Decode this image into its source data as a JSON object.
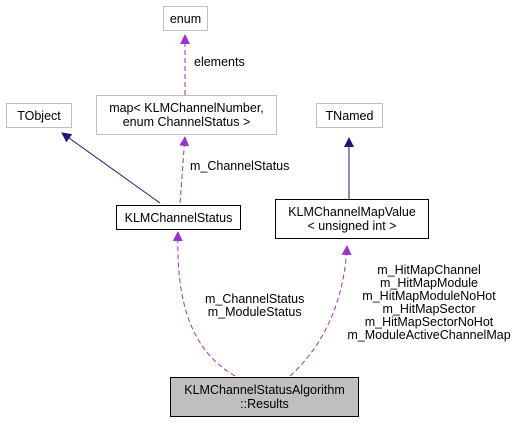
{
  "nodes": {
    "enum": {
      "label": "enum",
      "color": "#bfbfbf"
    },
    "map": {
      "line1": "map< KLMChannelNumber,",
      "line2": "enum ChannelStatus >",
      "color": "#bfbfbf"
    },
    "tobject": {
      "label": "TObject",
      "color": "#bfbfbf"
    },
    "tnamed": {
      "label": "TNamed",
      "color": "#bfbfbf"
    },
    "channel_status": {
      "label": "KLMChannelStatus",
      "color": "#000000"
    },
    "channel_map_value": {
      "line1": "KLMChannelMapValue",
      "line2": "< unsigned int >",
      "color": "#000000"
    },
    "results": {
      "line1": "KLMChannelStatusAlgorithm",
      "line2": "::Results",
      "color": "#bfbfbf"
    }
  },
  "edges": {
    "elements": {
      "label": "elements"
    },
    "m_channelstatus_map": {
      "label": "m_ChannelStatus"
    },
    "status_to_results": {
      "line1": "m_ChannelStatus",
      "line2": "m_ModuleStatus"
    },
    "mapvalue_to_results": {
      "lines": [
        "m_HitMapChannel",
        "m_HitMapModule",
        "m_HitMapModuleNoHot",
        "m_HitMapSector",
        "m_HitMapSectorNoHot",
        "m_ModuleActiveChannelMap"
      ]
    }
  },
  "colors": {
    "inheritance": "#191970",
    "usage": "#9a32cd",
    "focus_fill": "#bfbfbf"
  }
}
